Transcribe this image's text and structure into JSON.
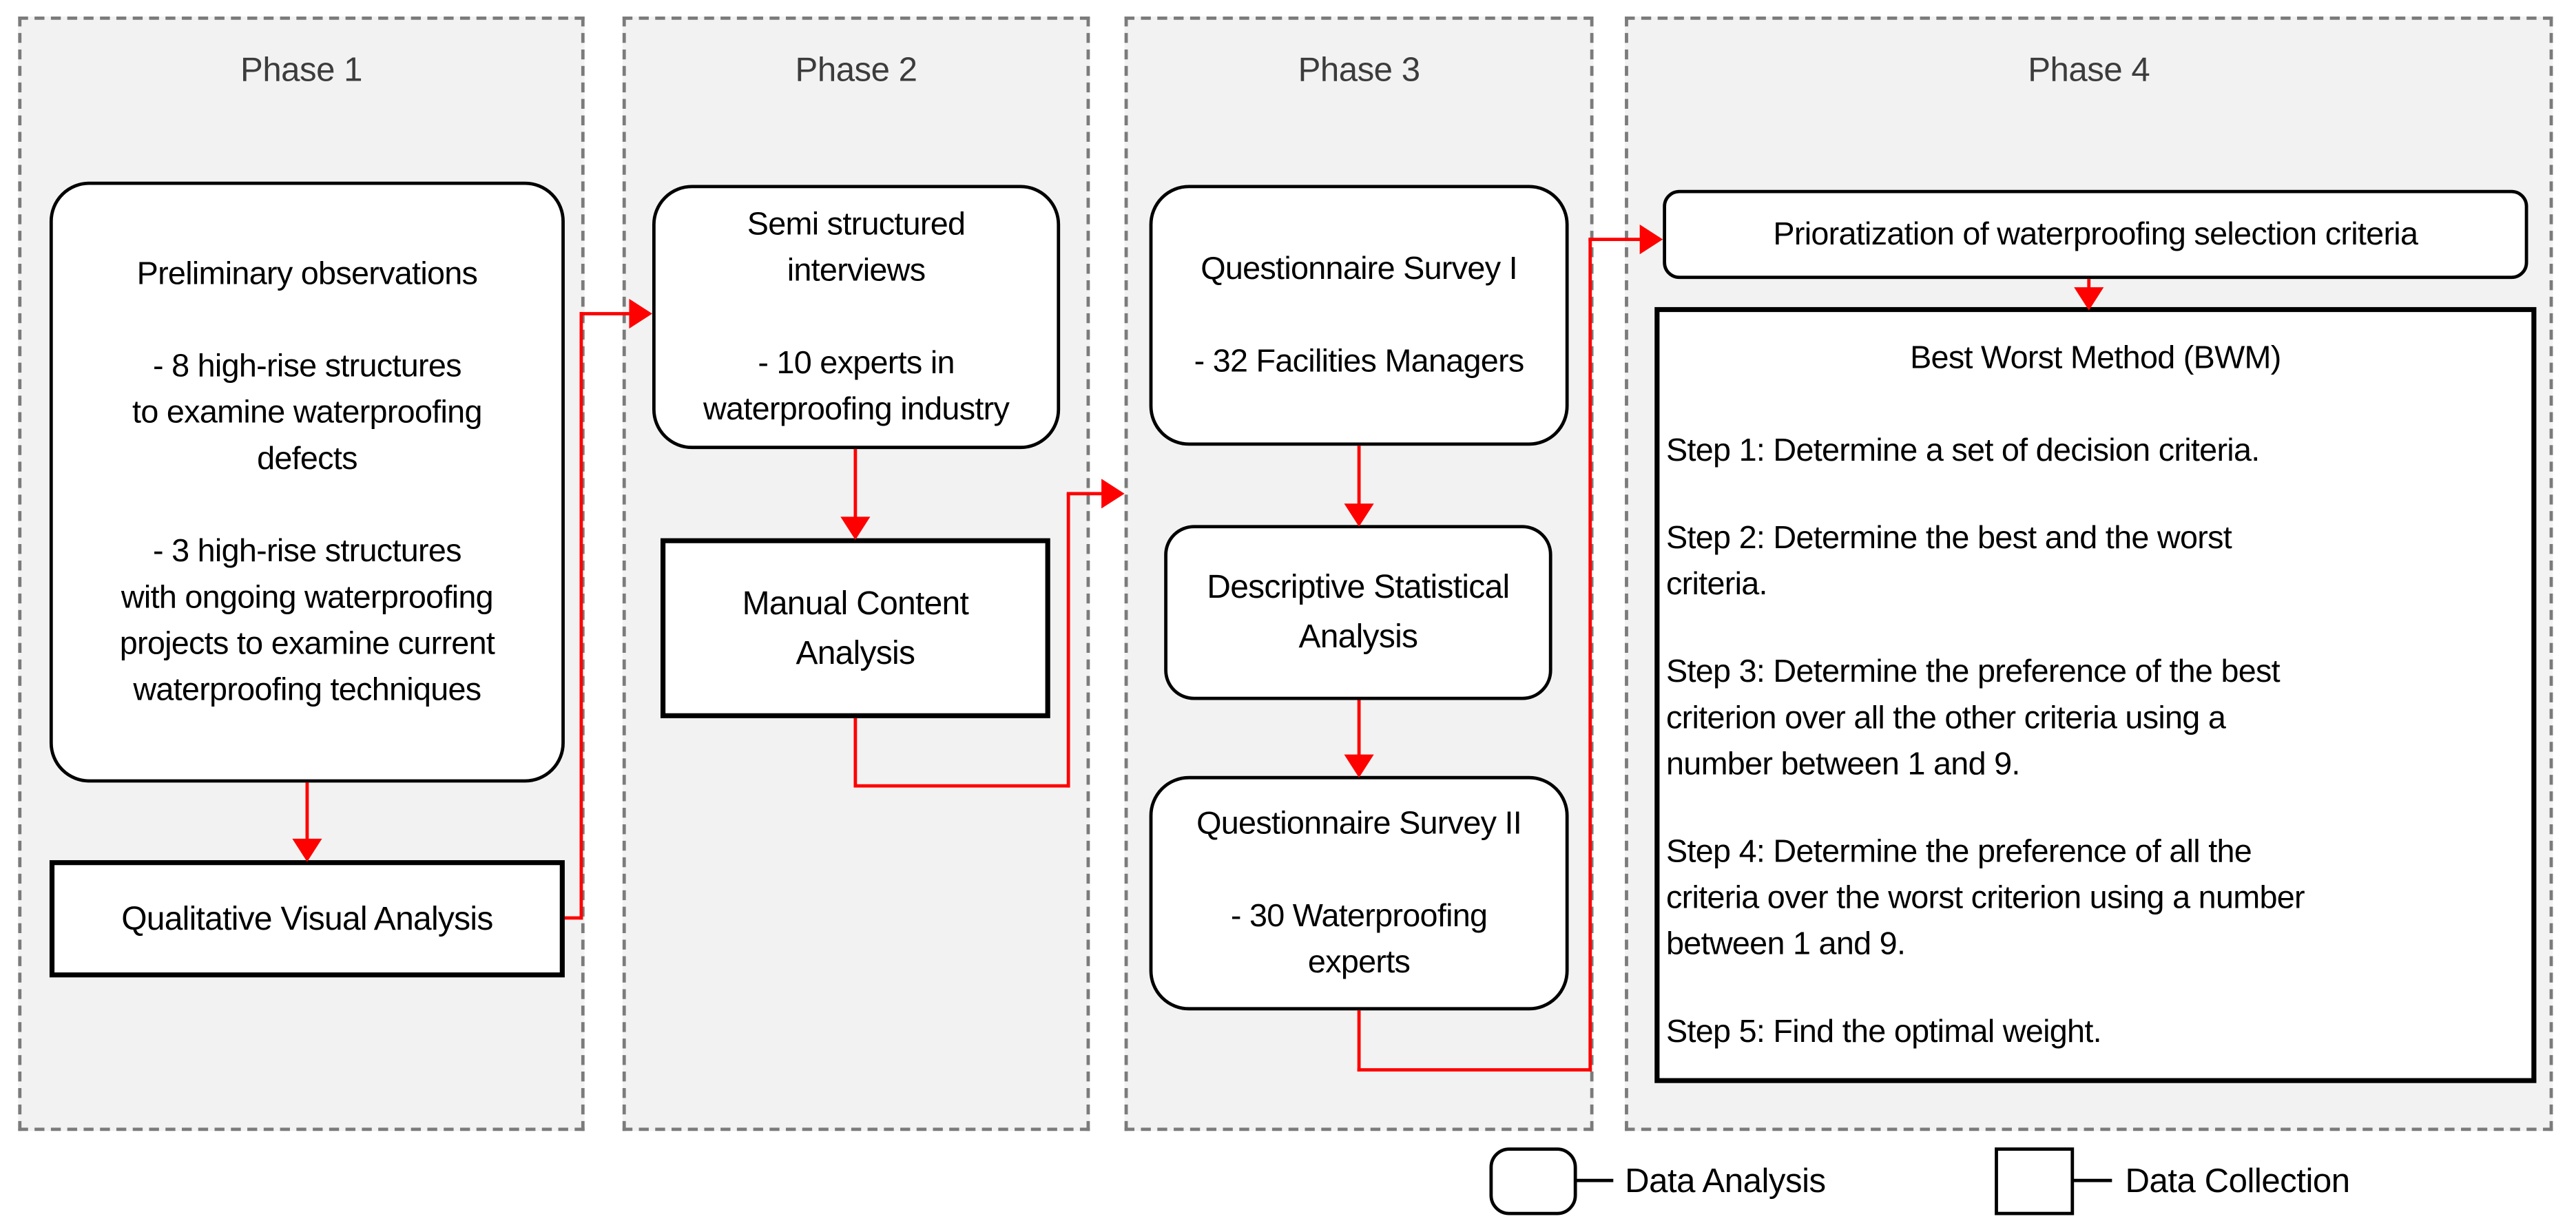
{
  "colors": {
    "accent_red": "#fe0000",
    "panel_fill": "#f2f2f2",
    "panel_border": "#7b7b7b",
    "box_border": "#000000",
    "title_text": "#3c3c3c"
  },
  "phases": [
    {
      "title": "Phase 1",
      "preliminary": {
        "lines": [
          "Preliminary observations",
          "",
          "- 8 high-rise structures",
          "to examine waterproofing",
          "defects",
          "",
          "- 3 high-rise structures",
          "with ongoing waterproofing",
          "projects to examine current",
          "waterproofing techniques"
        ]
      },
      "qualitative": {
        "label": "Qualitative Visual Analysis"
      }
    },
    {
      "title": "Phase 2",
      "interviews": {
        "lines": [
          "Semi structured",
          "interviews",
          "",
          "- 10 experts in",
          "waterproofing industry"
        ]
      },
      "content_analysis": {
        "lines": [
          "Manual Content",
          "Analysis"
        ]
      }
    },
    {
      "title": "Phase 3",
      "survey1": {
        "lines": [
          "Questionnaire Survey I",
          "",
          "- 32 Facilities Managers"
        ]
      },
      "descriptive": {
        "lines": [
          "Descriptive Statistical",
          "Analysis"
        ]
      },
      "survey2": {
        "lines": [
          "Questionnaire Survey II",
          "",
          "- 30 Waterproofing",
          "experts"
        ]
      }
    },
    {
      "title": "Phase 4",
      "prioritization": {
        "label": "Prioratization of waterproofing selection criteria"
      },
      "bwm": {
        "title": "Best Worst Method (BWM)",
        "steps": [
          {
            "lines": [
              "Step 1: Determine a set of decision criteria."
            ]
          },
          {
            "lines": [
              "Step 2: Determine the best and the worst",
              "criteria."
            ]
          },
          {
            "lines": [
              "Step 3: Determine the preference of the best",
              "criterion over all the other criteria using a",
              "number between 1 and 9."
            ]
          },
          {
            "lines": [
              "Step 4: Determine the preference of all the",
              "criteria over the worst criterion using a number",
              "between 1 and 9."
            ]
          },
          {
            "lines": [
              "Step 5: Find the optimal weight."
            ]
          }
        ]
      }
    }
  ],
  "legend": {
    "analysis": "Data Analysis",
    "collection": "Data Collection"
  }
}
